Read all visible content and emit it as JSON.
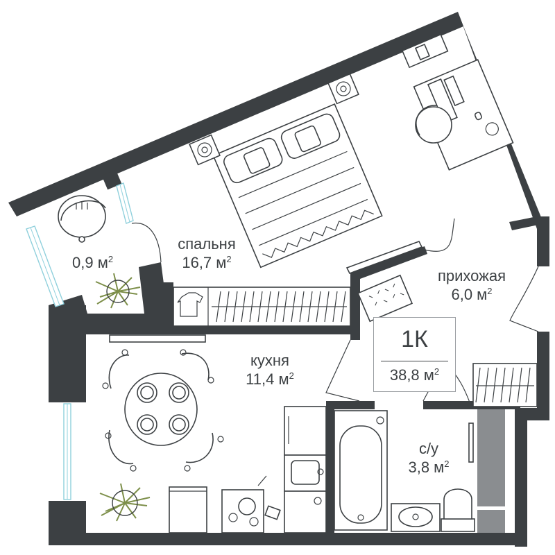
{
  "rooms": {
    "balcony": {
      "area": "0,9 м",
      "exp": "2"
    },
    "bedroom": {
      "name": "спальня",
      "area": "16,7 м",
      "exp": "2"
    },
    "hallway": {
      "name": "прихожая",
      "area": "6,0 м",
      "exp": "2"
    },
    "kitchen": {
      "name": "кухня",
      "area": "11,4 м",
      "exp": "2"
    },
    "bathroom": {
      "name": "с/у",
      "area": "3,8 м",
      "exp": "2"
    }
  },
  "summary": {
    "type": "1К",
    "total_area": "38,8 м",
    "exp": "2"
  },
  "colors": {
    "wall": "#3c4043",
    "window": "#8fd0dc",
    "plant": "#7d8f4a",
    "partition": "#8a8d90"
  }
}
